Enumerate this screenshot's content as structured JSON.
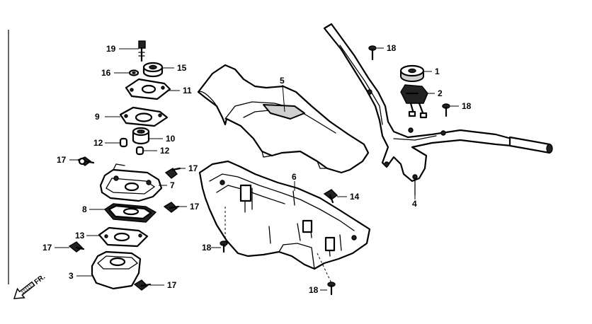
{
  "callouts": {
    "p1": "1",
    "p2": "2",
    "p3": "3",
    "p4": "4",
    "p5": "5",
    "p6": "6",
    "p7": "7",
    "p8": "8",
    "p9": "9",
    "p10": "10",
    "p11": "11",
    "p12a": "12",
    "p12b": "12",
    "p13": "13",
    "p14": "14",
    "p15": "15",
    "p16": "16",
    "p17a": "17",
    "p17b": "17",
    "p17c": "17",
    "p17d": "17",
    "p18a": "18",
    "p18b": "18",
    "p18c": "18",
    "p18d": "18",
    "p19": "19"
  },
  "direction_marker": {
    "label": "FR.",
    "icon": "front-direction-arrow-icon"
  }
}
